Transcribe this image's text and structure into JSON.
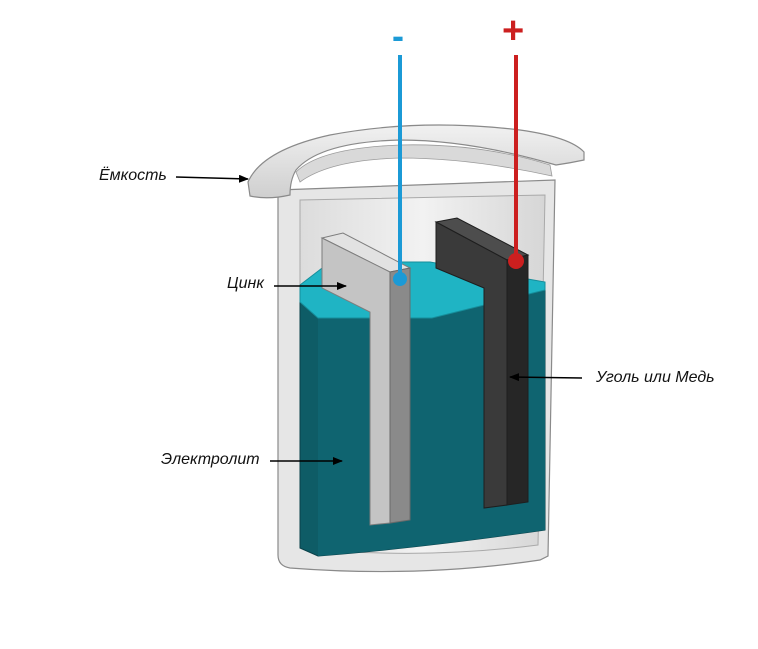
{
  "labels": {
    "container": "Ёмкость",
    "zinc": "Цинк",
    "electrolyte": "Электролит",
    "carbon_copper": "Уголь или Медь"
  },
  "terminals": {
    "negative": "-",
    "positive": "+"
  },
  "colors": {
    "negative_wire": "#1b9ad6",
    "positive_wire": "#cc1f1f",
    "electrolyte_surface": "#1fb4c4",
    "electrolyte_body": "#0e5c66",
    "zinc_plate": "#c4c4c4",
    "carbon_plate": "#353535",
    "container_glass": "#e8e8e8"
  }
}
